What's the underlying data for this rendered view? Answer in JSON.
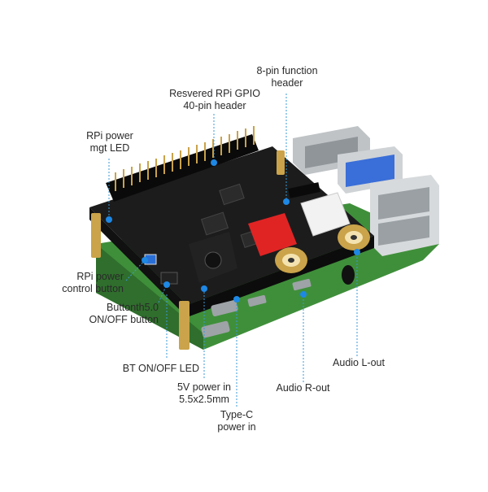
{
  "callouts": {
    "function_header": {
      "line1": "8-pin function",
      "line2": "header"
    },
    "gpio_header": {
      "line1": "Resvered RPi GPIO",
      "line2": "40-pin header"
    },
    "power_led": {
      "line1": "RPi power",
      "line2": "mgt LED"
    },
    "power_button": {
      "line1": "RPi power",
      "line2": "control button"
    },
    "bt_button": {
      "line1": "Buttonth5.0",
      "line2": "ON/OFF button"
    },
    "bt_led": {
      "line1": "BT ON/OFF LED"
    },
    "dc_power": {
      "line1": "5V power in",
      "line2": "5.5x2.5mm"
    },
    "typec_power": {
      "line1": "Type-C",
      "line2": "power in"
    },
    "audio_r": {
      "line1": "Audio R-out"
    },
    "audio_l": {
      "line1": "Audio L-out"
    }
  },
  "colors": {
    "leader_line": "#3a9ad9",
    "marker": "#1e88e5",
    "pcb_black": "#1c1c1c",
    "pcb_green": "#3f8f3a",
    "rca_red": "#e02424",
    "rca_white": "#f2f2f2",
    "gold": "#caa34a"
  }
}
